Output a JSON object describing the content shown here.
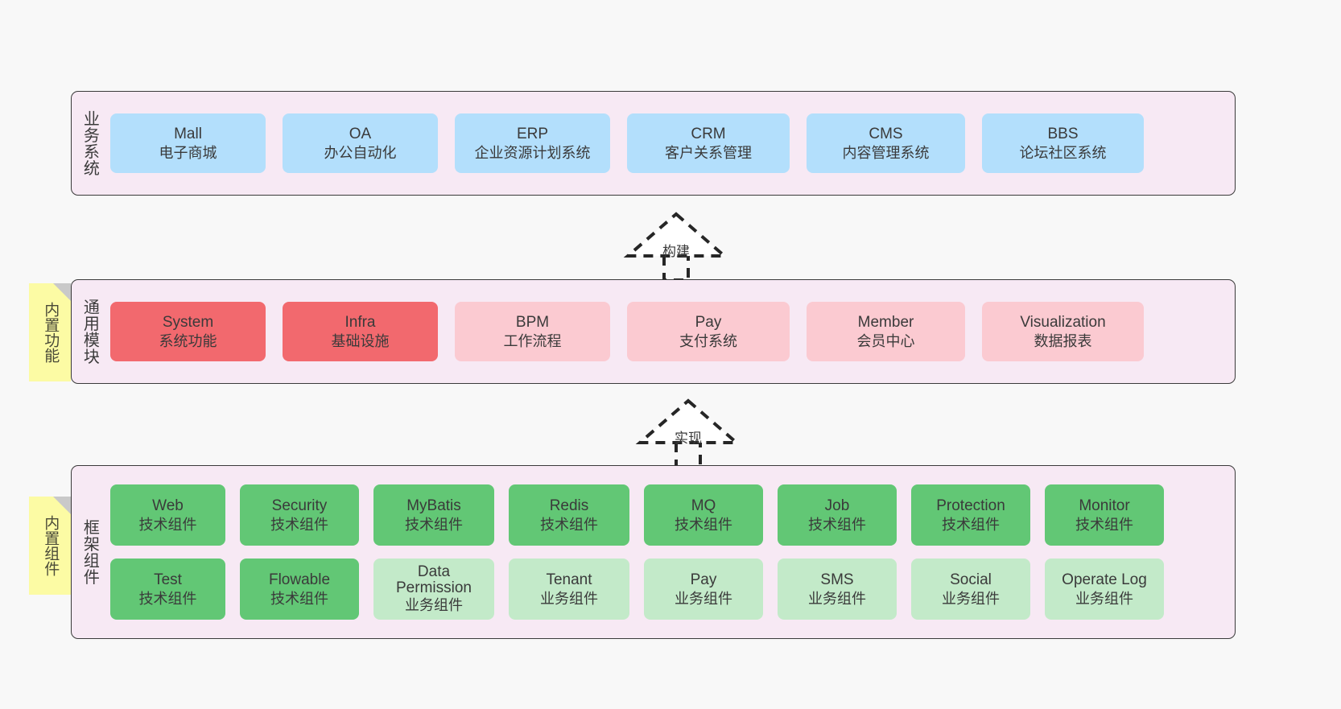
{
  "diagram": {
    "background_color": "#f8f8f8",
    "layer_background": "#f7e9f4",
    "palette": {
      "business": "#b3dffc",
      "module_core": "#f2696e",
      "module_light": "#fbcad1",
      "component_tech": "#62c775",
      "component_biz": "#c3eac9",
      "sticky": "#fcfba4",
      "border": "#3a3a3a"
    }
  },
  "layers": [
    {
      "id": "business-systems",
      "title": "业务系统",
      "rows": [
        [
          {
            "en": "Mall",
            "cn": "电子商城",
            "color": "blue"
          },
          {
            "en": "OA",
            "cn": "办公自动化",
            "color": "blue"
          },
          {
            "en": "ERP",
            "cn": "企业资源计划系统",
            "color": "blue"
          },
          {
            "en": "CRM",
            "cn": "客户关系管理",
            "color": "blue"
          },
          {
            "en": "CMS",
            "cn": "内容管理系统",
            "color": "blue"
          },
          {
            "en": "BBS",
            "cn": "论坛社区系统",
            "color": "blue"
          }
        ]
      ]
    },
    {
      "id": "common-modules",
      "title": "通用模块",
      "sticky": "内置功能",
      "rows": [
        [
          {
            "en": "System",
            "cn": "系统功能",
            "color": "red"
          },
          {
            "en": "Infra",
            "cn": "基础设施",
            "color": "red"
          },
          {
            "en": "BPM",
            "cn": "工作流程",
            "color": "pink"
          },
          {
            "en": "Pay",
            "cn": "支付系统",
            "color": "pink"
          },
          {
            "en": "Member",
            "cn": "会员中心",
            "color": "pink"
          },
          {
            "en": "Visualization",
            "cn": "数据报表",
            "color": "pink"
          }
        ]
      ]
    },
    {
      "id": "framework-components",
      "title": "框架组件",
      "sticky": "内置组件",
      "rows": [
        [
          {
            "en": "Web",
            "cn": "技术组件",
            "color": "green"
          },
          {
            "en": "Security",
            "cn": "技术组件",
            "color": "green"
          },
          {
            "en": "MyBatis",
            "cn": "技术组件",
            "color": "green"
          },
          {
            "en": "Redis",
            "cn": "技术组件",
            "color": "green"
          },
          {
            "en": "MQ",
            "cn": "技术组件",
            "color": "green"
          },
          {
            "en": "Job",
            "cn": "技术组件",
            "color": "green"
          },
          {
            "en": "Protection",
            "cn": "技术组件",
            "color": "green"
          },
          {
            "en": "Monitor",
            "cn": "技术组件",
            "color": "green"
          }
        ],
        [
          {
            "en": "Test",
            "cn": "技术组件",
            "color": "green"
          },
          {
            "en": "Flowable",
            "cn": "技术组件",
            "color": "green"
          },
          {
            "en": "Data Permission",
            "cn": "业务组件",
            "color": "lgreen"
          },
          {
            "en": "Tenant",
            "cn": "业务组件",
            "color": "lgreen"
          },
          {
            "en": "Pay",
            "cn": "业务组件",
            "color": "lgreen"
          },
          {
            "en": "SMS",
            "cn": "业务组件",
            "color": "lgreen"
          },
          {
            "en": "Social",
            "cn": "业务组件",
            "color": "lgreen"
          },
          {
            "en": "Operate Log",
            "cn": "业务组件",
            "color": "lgreen"
          }
        ]
      ]
    }
  ],
  "connectors": [
    {
      "id": "build",
      "label": "构建",
      "from": "common-modules",
      "to": "business-systems"
    },
    {
      "id": "implement",
      "label": "实现",
      "from": "framework-components",
      "to": "common-modules"
    }
  ]
}
